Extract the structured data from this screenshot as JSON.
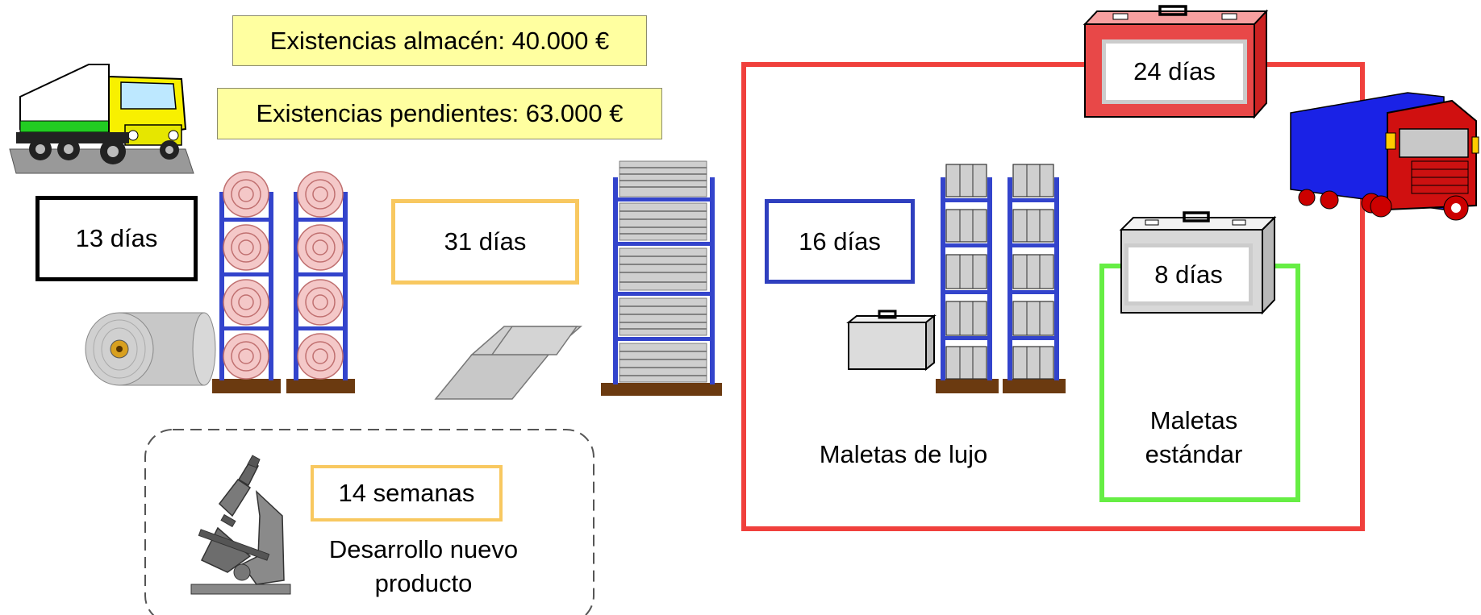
{
  "stock": {
    "warehouse": "Existencias almacén: 40.000 €",
    "pending": "Existencias pendientes: 63.000 €"
  },
  "stages": {
    "raw_material_days": "13 días",
    "wip_days": "31 días",
    "luxury_days": "16 días",
    "total_days": "24 días",
    "standard_days": "8 días",
    "development_weeks": "14 semanas"
  },
  "labels": {
    "luxury_line1": "Maletas de lujo",
    "standard_line1": "Maletas",
    "standard_line2": "estándar",
    "development_line1": "Desarrollo nuevo",
    "development_line2": "producto"
  },
  "colors": {
    "red_frame": "#f0403c",
    "green_frame": "#66ee44",
    "blue_frame": "#2f3fbf",
    "orange_frame": "#f8c860",
    "rack_blue": "#3344cc",
    "pallet_brown": "#6b3a10",
    "note_yellow": "#ffffa0"
  }
}
